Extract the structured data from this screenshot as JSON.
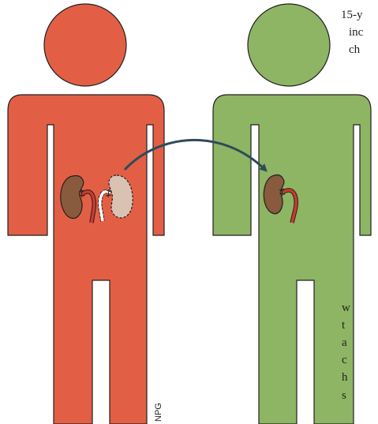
{
  "figure": {
    "credit": "NPG",
    "colors": {
      "donor_body": "#e25f45",
      "recipient_body": "#8db563",
      "outline": "#231f20",
      "arrow": "#2f4a5a",
      "kidney": "#8a5a3e",
      "kidney_removed": "#d9c2b1",
      "ureter": "#cc3a2e"
    }
  },
  "text_fragments": {
    "line1": "15-y",
    "line2": "inc",
    "line3": "ch",
    "line4": "w",
    "line5": "t",
    "line6": "a",
    "line7": "c",
    "line8": "h",
    "line9": "s"
  }
}
